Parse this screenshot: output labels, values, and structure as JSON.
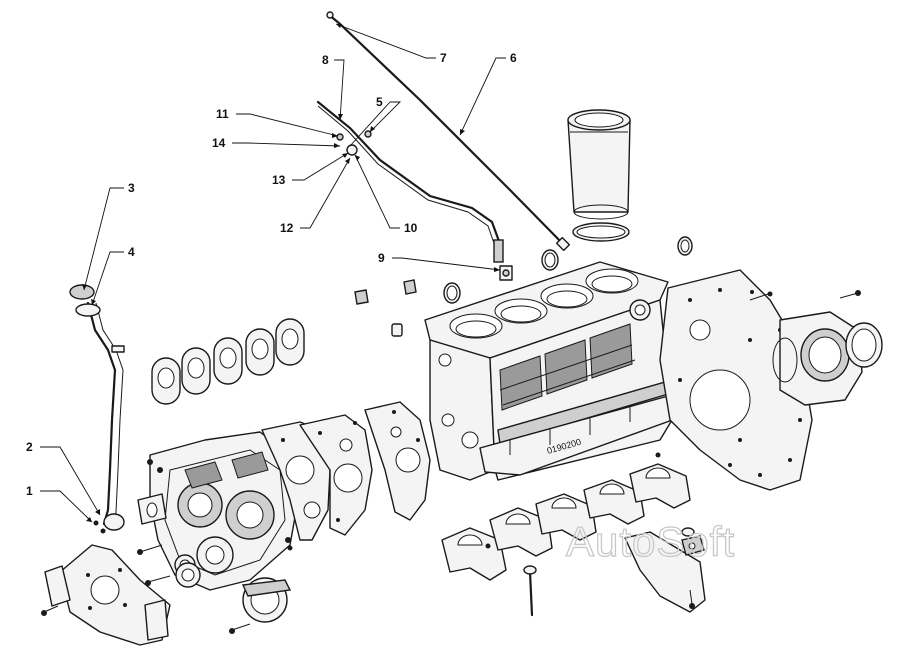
{
  "callouts": [
    "1",
    "2",
    "3",
    "4",
    "5",
    "6",
    "7",
    "8",
    "9",
    "10",
    "11",
    "12",
    "13",
    "14"
  ],
  "block_serial": "0190200",
  "watermark": "AutoSoft"
}
